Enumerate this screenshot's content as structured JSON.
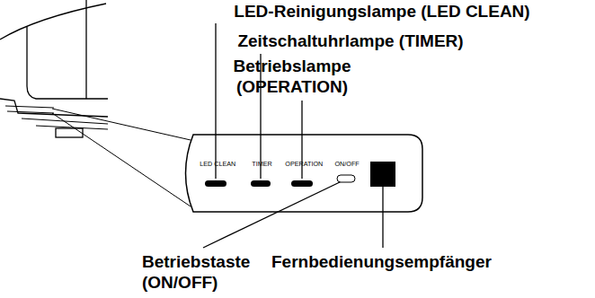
{
  "diagram": {
    "labels": [
      "LED-Reinigungslampe (LED CLEAN)",
      "Zeitschaltuhrlampe (TIMER)",
      "Betriebslampe (OPERATION)",
      "Betriebstaste (ON/OFF)",
      "Fernbedienungsempfänger",
      "LED CLEAN",
      "TIMER",
      "OPERATION",
      "ON/OFF"
    ]
  }
}
